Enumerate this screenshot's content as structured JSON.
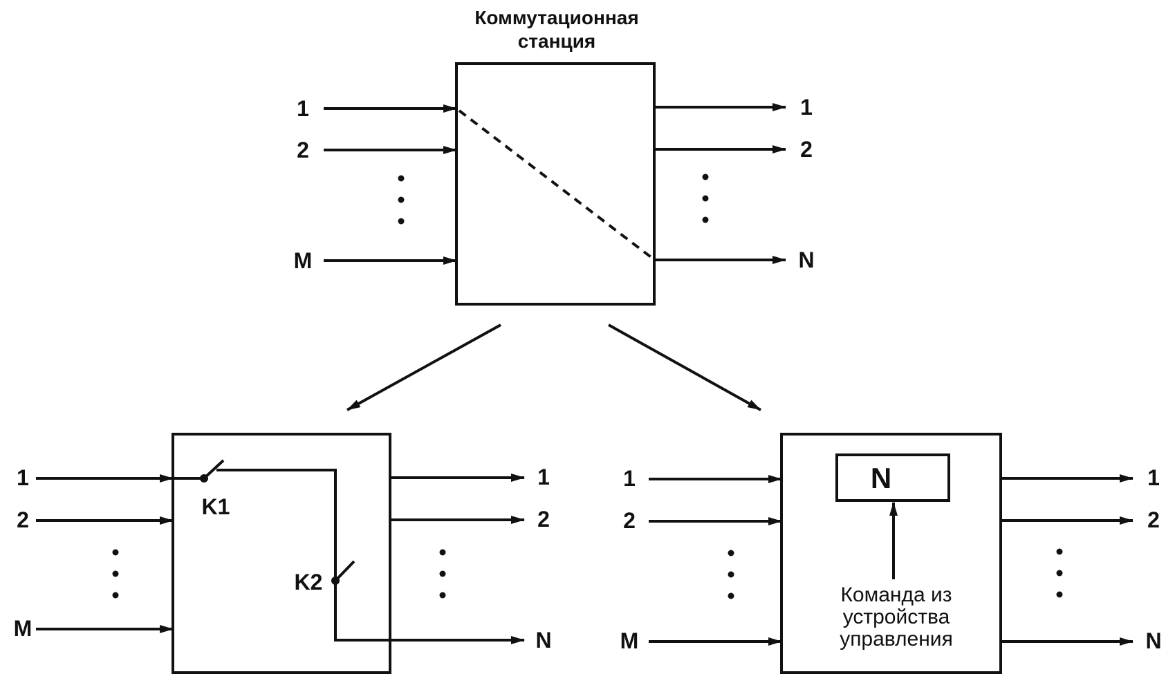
{
  "top_station": {
    "title_line1": "Коммутационная",
    "title_line2": "станция",
    "inputs": [
      "1",
      "2",
      "M"
    ],
    "outputs": [
      "1",
      "2",
      "N"
    ]
  },
  "left_switch": {
    "inputs": [
      "1",
      "2",
      "M"
    ],
    "outputs": [
      "1",
      "2",
      "N"
    ],
    "contact_k1": "K1",
    "contact_k2": "K2"
  },
  "right_switch": {
    "inputs": [
      "1",
      "2",
      "M"
    ],
    "outputs": [
      "1",
      "2",
      "N"
    ],
    "register_value": "N",
    "command_line1": "Команда из",
    "command_line2": "устройства",
    "command_line3": "управления"
  }
}
